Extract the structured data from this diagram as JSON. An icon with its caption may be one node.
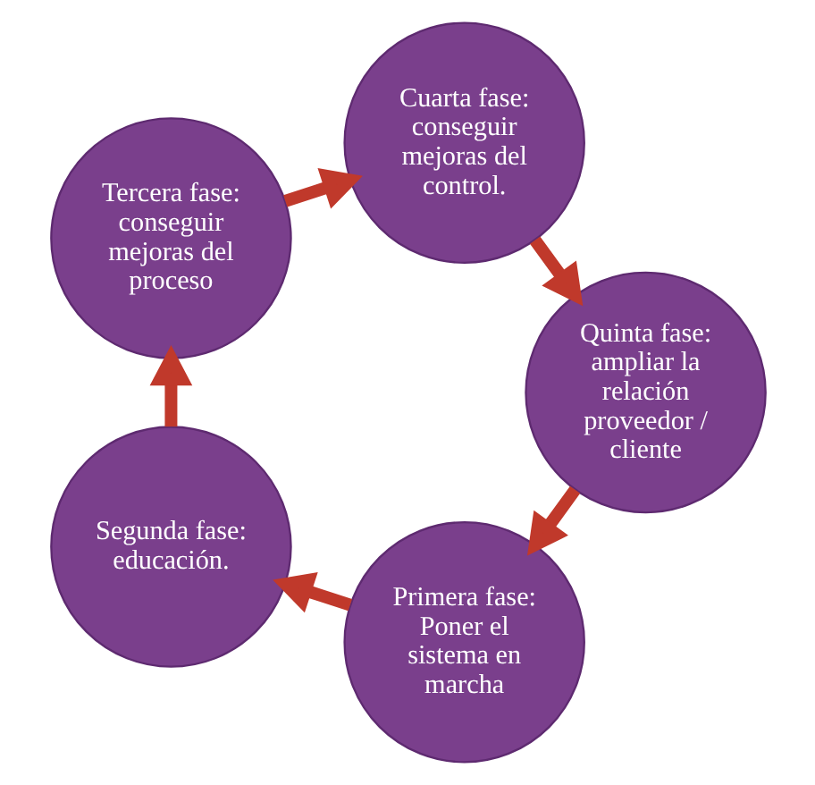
{
  "diagram": {
    "nodes": [
      {
        "text": [
          "Primera fase: Poner el sistema en marcha"
        ]
      },
      {
        "text": [
          "Segunda fase: educación."
        ]
      },
      {
        "text": [
          "Tercera fase: conseguir mejoras del proceso"
        ]
      },
      {
        "text": [
          "Cuarta fase: conseguir mejoras del control."
        ]
      },
      {
        "text": [
          "Quinta fase: ampliar la relación proveedor / cliente"
        ]
      }
    ],
    "edges": [
      {
        "from": 0,
        "to": 1,
        "arrow": "to"
      },
      {
        "from": 1,
        "to": 2,
        "arrow": "to"
      },
      {
        "from": 2,
        "to": 3,
        "arrow": "to"
      },
      {
        "from": 3,
        "to": 4,
        "arrow": "to"
      },
      {
        "from": 4,
        "to": 0,
        "arrow": "to"
      }
    ]
  }
}
